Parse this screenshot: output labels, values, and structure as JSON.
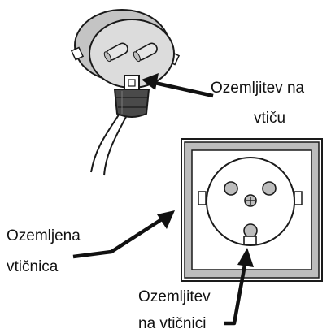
{
  "labels": {
    "plug_line1": "Ozemljitev na",
    "plug_line2": "vtiču",
    "socket_line1": "Ozemljena",
    "socket_line2": "vtičnica",
    "contact_line1": "Ozemljitev",
    "contact_line2": "na vtičnici"
  },
  "colors": {
    "stroke": "#1a1a1a",
    "plug_body": "#d6d6d6",
    "pin": "#e2e2e2",
    "grip": "#4a4a4a",
    "socket_outer": "#ffffff",
    "socket_frame": "#b8b8b8",
    "socket_face": "#ffffff",
    "hole": "#bdbdbd"
  }
}
